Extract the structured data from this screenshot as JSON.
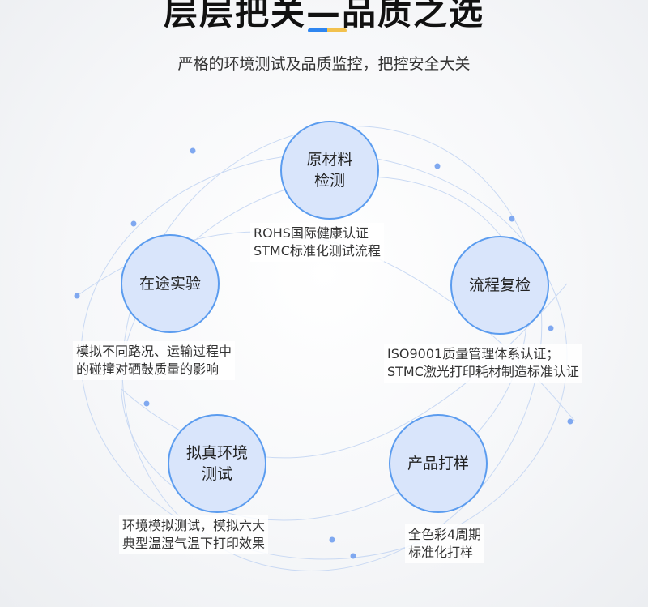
{
  "header": {
    "title": "层层把关—品质之选",
    "subtitle": "严格的环境测试及品质监控，把控安全大关"
  },
  "colors": {
    "accent_blue": "#2f86f0",
    "accent_yellow": "#f2c14e",
    "circle_fill": "#d9e5fb",
    "circle_border": "#5b9cef"
  },
  "steps": [
    {
      "name": "原材料\n检测",
      "desc": "ROHS国际健康认证\nSTMC标准化测试流程"
    },
    {
      "name": "流程复检",
      "desc": "ISO9001质量管理体系认证；\nSTMC激光打印耗材制造标准认证"
    },
    {
      "name": "产品打样",
      "desc": "全色彩4周期\n标准化打样"
    },
    {
      "name": "拟真环境\n测试",
      "desc": "环境模拟测试，模拟六大\n典型温湿气温下打印效果"
    },
    {
      "name": "在途实验",
      "desc": "模拟不同路况、运输过程中\n的碰撞对硒鼓质量的影响"
    }
  ]
}
